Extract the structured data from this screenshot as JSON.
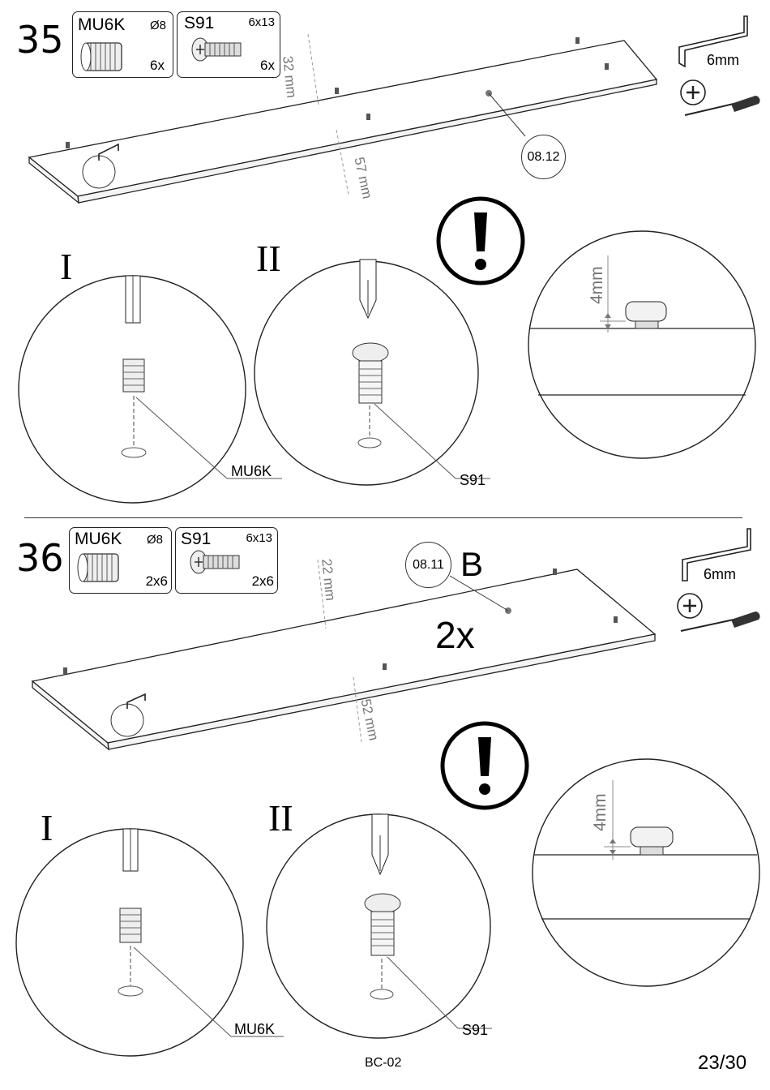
{
  "steps": [
    {
      "number": "35",
      "parts": [
        {
          "code": "MU6K",
          "spec": "Ø8",
          "qty": "6x",
          "icon": "insert-nut-icon"
        },
        {
          "code": "S91",
          "spec": "6x13",
          "qty": "6x",
          "icon": "screw-icon"
        }
      ],
      "ref_label": "08.12",
      "dims": [
        "32 mm",
        "57 mm"
      ],
      "tool_size": "6mm",
      "sub_steps": [
        "I",
        "II"
      ],
      "callouts": [
        "MU6K",
        "S91"
      ],
      "detail_dim": "4mm"
    },
    {
      "number": "36",
      "parts": [
        {
          "code": "MU6K",
          "spec": "Ø8",
          "qty": "2x6",
          "icon": "insert-nut-icon"
        },
        {
          "code": "S91",
          "spec": "6x13",
          "qty": "2x6",
          "icon": "screw-icon"
        }
      ],
      "ref_label": "08.11",
      "panel_letter": "B",
      "multiplier": "2x",
      "dims": [
        "22 mm",
        "52 mm"
      ],
      "tool_size": "6mm",
      "sub_steps": [
        "I",
        "II"
      ],
      "callouts": [
        "MU6K",
        "S91"
      ],
      "detail_dim": "4mm"
    }
  ],
  "footer": {
    "doc_code": "BC-02",
    "page": "23/30"
  }
}
